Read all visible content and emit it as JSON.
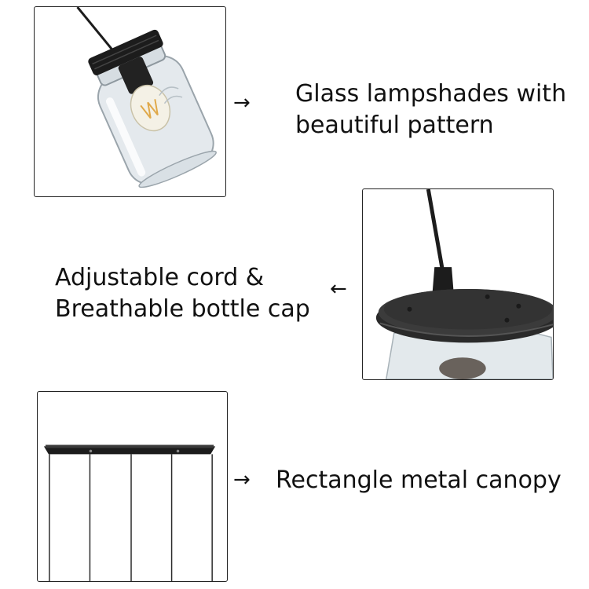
{
  "colors": {
    "outline": "#222222",
    "text": "#111111",
    "metal_black": "#1c1c1c",
    "glass_tint": "#dfe5ea"
  },
  "features": [
    {
      "photo": "mason-jar-glass-shade",
      "arrow": "→",
      "caption_lines": [
        "Glass lampshades with",
        "beautiful pattern"
      ]
    },
    {
      "photo": "jar-lid-with-cord",
      "arrow": "←",
      "caption_lines": [
        "Adjustable cord &",
        "Breathable bottle cap"
      ]
    },
    {
      "photo": "rectangle-canopy-with-cords",
      "arrow": "→",
      "caption_lines": [
        "Rectangle metal canopy"
      ]
    }
  ]
}
